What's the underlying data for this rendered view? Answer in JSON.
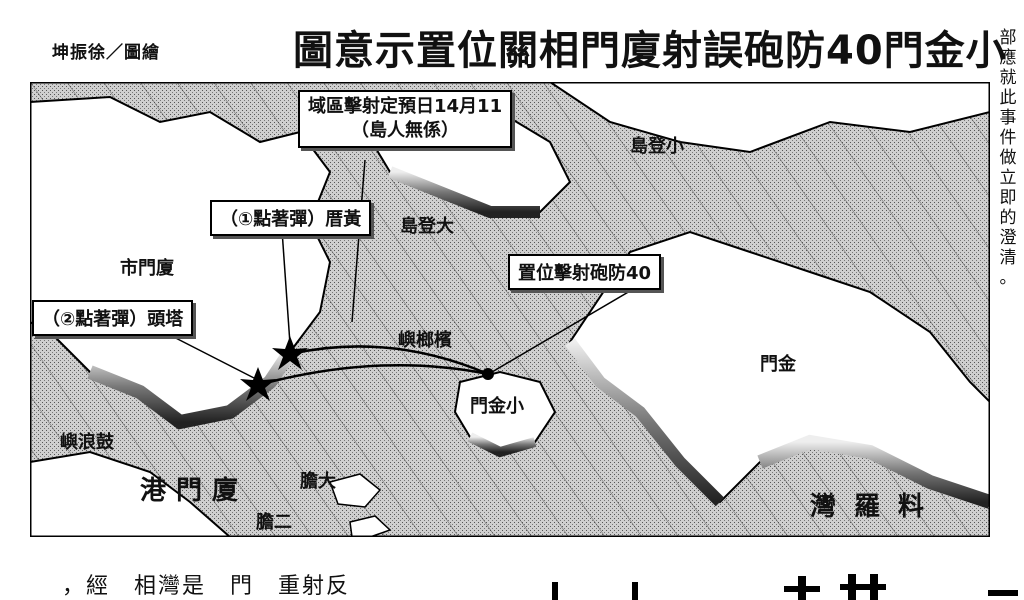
{
  "article": {
    "credit": "坤振徐／圖繪",
    "title": "圖意示置位關相門廈射誤砲防40門金小",
    "side_text": "部應就此事件做立即的澄清。",
    "bottom_text": "，經　相灣是　門　重射反"
  },
  "map": {
    "callouts": {
      "date": [
        "域區擊射定預日14月11",
        "（島人無係）"
      ],
      "shell1": "（①點著彈）厝黃",
      "shell2": "（②點著彈）頭塔",
      "artillery": "置位擊射砲防40"
    },
    "places": {
      "xiamen_city": "市門廈",
      "dadeng": "島登大",
      "xiaodeng": "島登小",
      "gulangyu": "嶼浪鼓",
      "dadan": "膽大",
      "erdan": "膽二",
      "jiaoyu": "嶼榔檳",
      "xiaojinmen": "門金小",
      "jinmen": "門金",
      "xiamen_harbor": "港門廈",
      "liaoluo_bay": "灣羅料"
    }
  }
}
